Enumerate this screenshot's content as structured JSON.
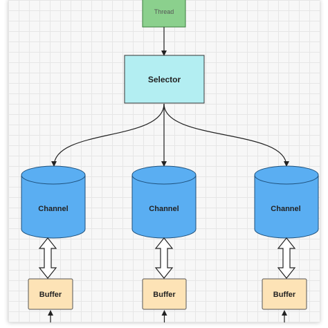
{
  "diagram": {
    "thread": {
      "label": "Thread",
      "color": "#8bd08d",
      "stroke": "#3a7d3c"
    },
    "selector": {
      "label": "Selector",
      "color": "#b3eef2",
      "stroke": "#333333"
    },
    "channels": [
      {
        "label": "Channel"
      },
      {
        "label": "Channel"
      },
      {
        "label": "Channel"
      }
    ],
    "channel_color": "#5aaef2",
    "channel_stroke": "#1d4f7a",
    "buffers": [
      {
        "label": "Buffer"
      },
      {
        "label": "Buffer"
      },
      {
        "label": "Buffer"
      }
    ],
    "buffer_color": "#fde3b6",
    "buffer_stroke": "#555555"
  }
}
